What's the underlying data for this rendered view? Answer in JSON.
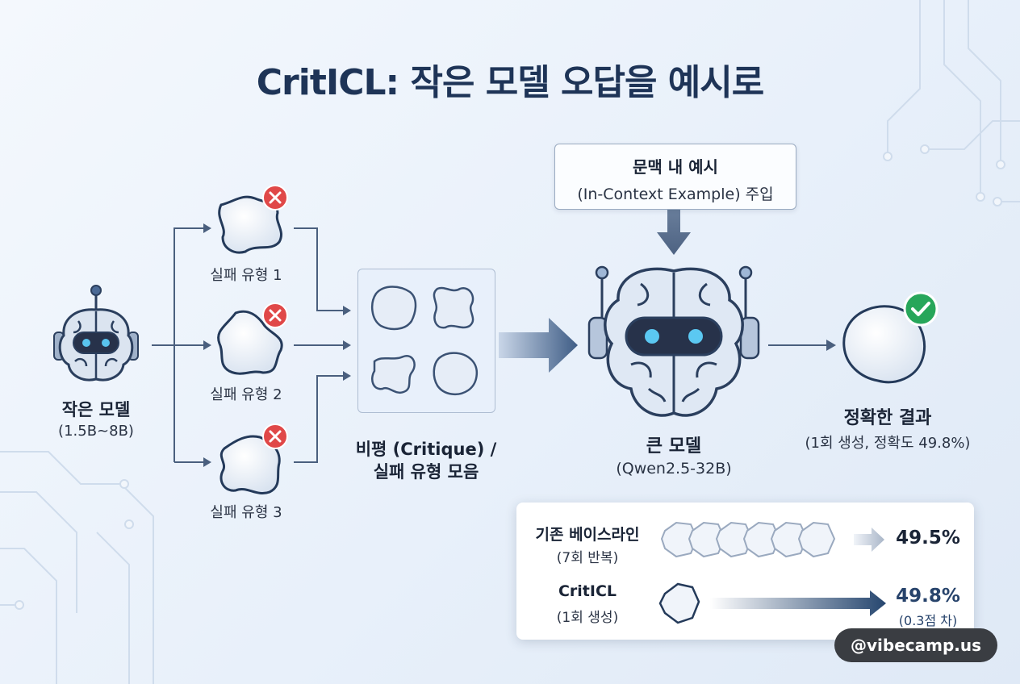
{
  "title": "CritICL: 작은 모델 오답을 예시로",
  "small_model": {
    "name": "작은 모델",
    "size": "(1.5B~8B)"
  },
  "failure_types": [
    "실패 유형 1",
    "실패 유형 2",
    "실패 유형 3"
  ],
  "collection": {
    "line1": "비평 (Critique) /",
    "line2": "실패 유형 모음"
  },
  "injection": {
    "line1": "문맥 내 예시",
    "line2": "(In-Context Example) 주입"
  },
  "large_model": {
    "name": "큰 모델",
    "size": "(Qwen2.5-32B)"
  },
  "result": {
    "title": "정확한 결과",
    "detail": "(1회 생성, 정확도 49.8%)"
  },
  "comparison": {
    "baseline": {
      "label": "기존 베이스라인",
      "sub": "(7회 반복)",
      "value": "49.5%"
    },
    "criticl": {
      "label": "CritICL",
      "sub": "(1회 생성)",
      "value": "49.8%",
      "diff": "(0.3점 차)"
    }
  },
  "watermark": "@vibecamp.us",
  "colors": {
    "title": "#1e3457",
    "accent_blue": "#2b4e7c",
    "error_red": "#e04848",
    "success_green": "#27a65a"
  },
  "icons": [
    "robot-brain-icon",
    "error-x-icon",
    "check-icon",
    "blob-shape-icon",
    "arrow-icon"
  ]
}
